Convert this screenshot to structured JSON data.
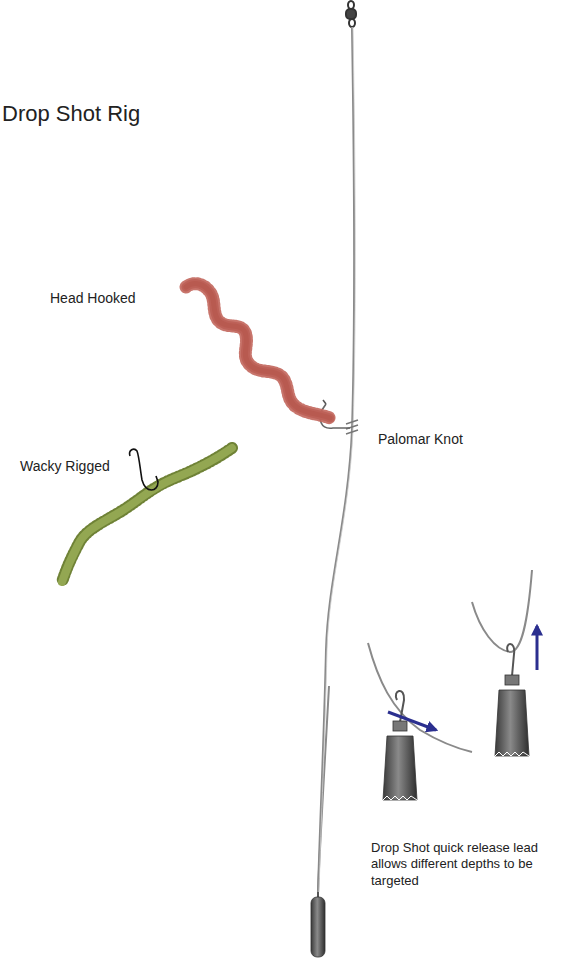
{
  "diagram": {
    "title": "Drop Shot Rig",
    "labels": [
      "Head Hooked",
      "Wacky Rigged",
      "Palomar Knot",
      "Drop Shot quick release lead allows different depths to be targeted"
    ]
  }
}
